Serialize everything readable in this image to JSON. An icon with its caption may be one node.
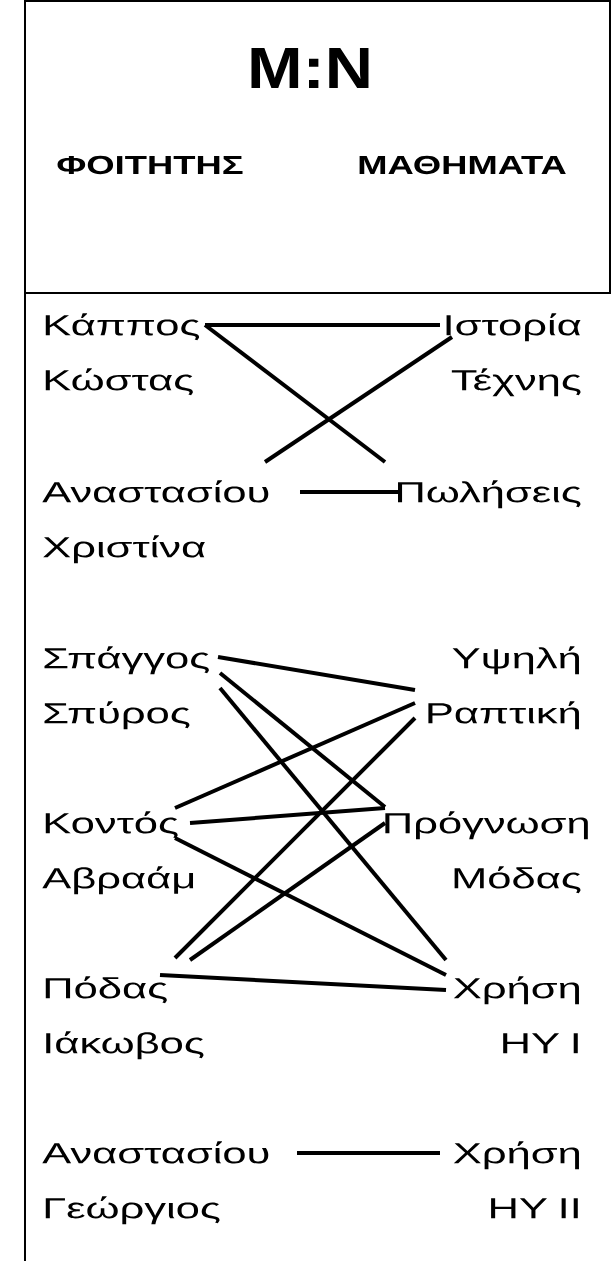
{
  "diagram": {
    "title": "M:N",
    "nodes": [
      {
        "text": [
          "Κάππος Κώστας"
        ]
      },
      {
        "text": [
          "Αναστασίου Χριστίνα"
        ]
      },
      {
        "text": [
          "Σπάγγος Σπύρος"
        ]
      },
      {
        "text": [
          "Κοντός Αβραάμ"
        ]
      },
      {
        "text": [
          "Πόδας Ιάκωβος"
        ]
      },
      {
        "text": [
          "Αναστασίου Γεώργιος"
        ]
      },
      {
        "text": [
          "Ιστορία Τέχνης"
        ]
      },
      {
        "text": [
          "Πωλήσεις"
        ]
      },
      {
        "text": [
          "Υψηλή Ραπτική"
        ]
      },
      {
        "text": [
          "Πρόγνωση Μόδας"
        ]
      },
      {
        "text": [
          "Χρήση ΗΥ Ι"
        ]
      },
      {
        "text": [
          "Χρήση ΗΥ ΙΙ"
        ]
      }
    ],
    "edges": [
      {
        "from": 0,
        "to": 6,
        "arrow": "none"
      },
      {
        "from": 0,
        "to": 7,
        "arrow": "none"
      },
      {
        "from": 1,
        "to": 6,
        "arrow": "none"
      },
      {
        "from": 1,
        "to": 7,
        "arrow": "none"
      },
      {
        "from": 2,
        "to": 8,
        "arrow": "none"
      },
      {
        "from": 2,
        "to": 9,
        "arrow": "none"
      },
      {
        "from": 2,
        "to": 10,
        "arrow": "none"
      },
      {
        "from": 3,
        "to": 8,
        "arrow": "none"
      },
      {
        "from": 3,
        "to": 9,
        "arrow": "none"
      },
      {
        "from": 3,
        "to": 10,
        "arrow": "none"
      },
      {
        "from": 4,
        "to": 8,
        "arrow": "none"
      },
      {
        "from": 4,
        "to": 9,
        "arrow": "none"
      },
      {
        "from": 4,
        "to": 10,
        "arrow": "none"
      },
      {
        "from": 5,
        "to": 11,
        "arrow": "none"
      }
    ],
    "labels": [
      "ΦΟΙΤΗΤΗΣ",
      "ΜΑΘΗΜΑΤΑ"
    ]
  }
}
